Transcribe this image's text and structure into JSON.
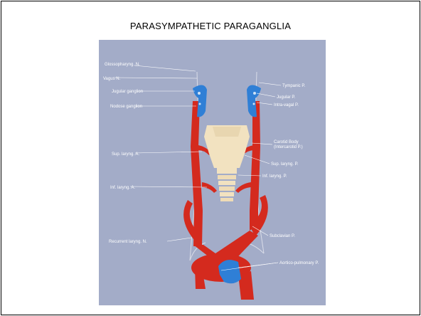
{
  "slide": {
    "title": "PARASYMPATHETIC PARAGANGLIA"
  },
  "figure": {
    "labels_left": {
      "glossopharyng": "Glossopharyng. N.",
      "vagus": "Vagus N.",
      "jugular_ganglion": "Jugular ganglion",
      "nodose_ganglion": "Nodose ganglion",
      "sup_laryng_a": "Sup. laryng. A.",
      "inf_laryng_a": "Inf. laryng. A.",
      "recurrent_laryng": "Recurrent laryng. N."
    },
    "labels_right": {
      "tympanic": "Tympanic P.",
      "jugular_p": "Jugular P.",
      "intra_vagal": "Intra-vagal P.",
      "carotid_body": "Carotid Body",
      "intercarotid": "(Intercarotid P.)",
      "sup_laryng_p": "Sup. laryng. P.",
      "inf_laryng_p": "Inf. laryng. P.",
      "subclavian": "Subclavian P.",
      "aortico_pulmonary": "Aortico-pulmonary P."
    },
    "colors": {
      "background": "#a3acc8",
      "artery": "#d42a1e",
      "ganglion": "#2f7fd6",
      "larynx": "#f2e2c0",
      "label": "#ffffff"
    }
  }
}
